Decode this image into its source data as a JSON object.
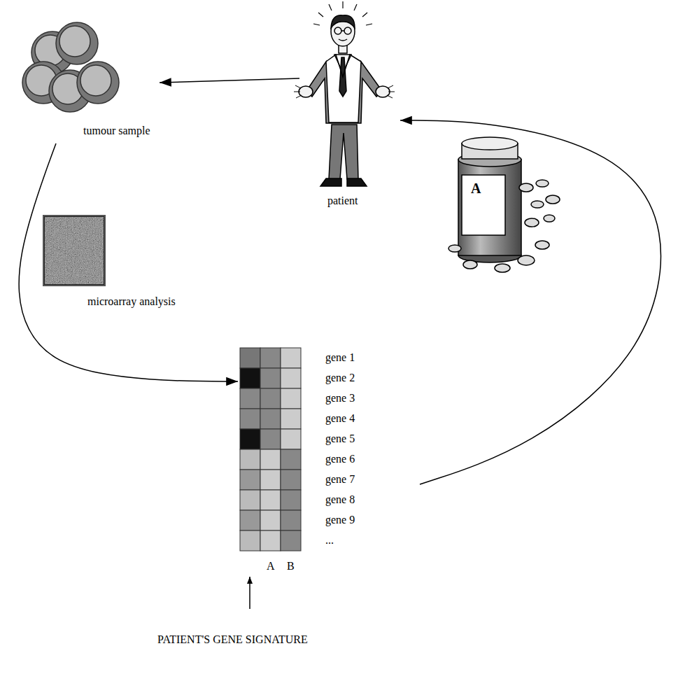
{
  "diagram": {
    "nodes": [
      {
        "text": [
          "tumour sample"
        ]
      },
      {
        "text": [
          "patient"
        ]
      },
      {
        "text": [
          "microarray analysis"
        ]
      },
      {
        "text": [
          "gene 1",
          "gene 2",
          "gene 3",
          "gene 4",
          "gene 5",
          "gene 6",
          "gene 7",
          "gene 8",
          "gene 9",
          "...",
          "A",
          "B"
        ]
      },
      {
        "text": [
          "A"
        ]
      }
    ],
    "edges": [
      {
        "from": 1,
        "to": 0,
        "arrow": "to"
      },
      {
        "from": 0,
        "to": 3,
        "arrow": "to"
      },
      {
        "from": 3,
        "to": 1,
        "arrow": "to"
      }
    ],
    "labels": [
      "PATIENT'S GENE SIGNATURE"
    ]
  }
}
